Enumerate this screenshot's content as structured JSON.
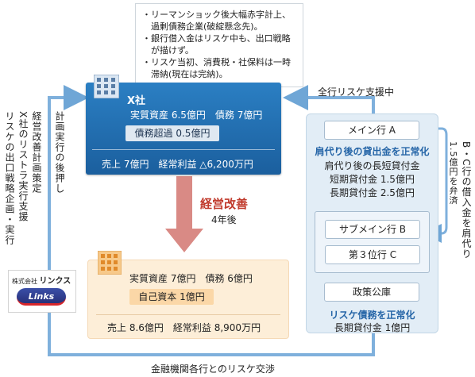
{
  "note": {
    "lines": [
      "・リーマンショック後大幅赤字計上、",
      "　過剰債務企業(破綻懸念先)。",
      "・銀行借入金はリスケ中も、出口戦略",
      "　が描けず。",
      "・リスケ当初、消費税・社保料は一時",
      "　滞納(現在は完納)。"
    ]
  },
  "company_x": {
    "title": "X社",
    "assets_debt": "実質資産 6.5億円　債務 7億円",
    "pill": "債務超過 0.5億円",
    "sales_profit": "売上 7億円　経常利益 △6,200万円"
  },
  "improvement": {
    "label": "経営改善",
    "period": "4年後"
  },
  "company_after": {
    "assets_debt": "実質資産 7億円　債務 6億円",
    "pill": "自己資本 1億円",
    "sales_profit": "売上 8.6億円　経常利益 8,900万円"
  },
  "banks": {
    "main": "メイン行 A",
    "heading1": "肩代り後の貸出金を正常化",
    "line1": "肩代り後の長短貸付金",
    "line2": "短期貸付金 1.5億円",
    "line3": "長期貸付金 2.5億円",
    "sub1": "サブメイン行 B",
    "sub2": "第３位行 C",
    "public": "政策公庫",
    "heading2": "リスケ債務を正常化",
    "line4": "長期貸付金 1億円"
  },
  "flow": {
    "top_arrow": "全行リスケ支援中",
    "bottom_arrow": "金融機関各行とのリスケ交渉",
    "left_vertical": "計画実行の後押し",
    "left_multi": [
      "経営改善計画策定",
      "X社のリストラ実行支援",
      "リスケの出口戦略企画・実行"
    ],
    "right_small": "1.5億円を弁済",
    "right_big": "B・C行の借入金を肩代り"
  },
  "logo": {
    "prefix": "株式会社",
    "name": "リンクス",
    "mark": "Links"
  },
  "colors": {
    "x_blue": "#1f6aad",
    "improve_red": "#c0392b",
    "arrow_blue": "#7fb0dc",
    "bank_bg": "#e2edf6"
  }
}
